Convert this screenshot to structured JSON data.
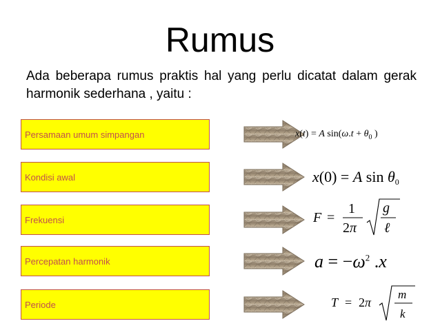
{
  "slide": {
    "title": "Rumus",
    "intro": "Ada beberapa rumus praktis hal yang perlu dicatat dalam gerak harmonik sederhana , yaitu :"
  },
  "colors": {
    "box_fill": "#ffff00",
    "box_border": "#c0504d",
    "label_text": "#c0504d"
  },
  "rows": [
    {
      "label": "Persamaan umum simpangan",
      "formula": "x(t) = A sin(ω.t + θ0)"
    },
    {
      "label": "Kondisi awal",
      "formula": "x(0) = A sin θ0"
    },
    {
      "label": "Frekuensi",
      "formula": "F = (1 / 2π) √(g / ℓ)"
    },
    {
      "label": "Percepatan harmonik",
      "formula": "a = −ω² .x"
    },
    {
      "label": "Periode",
      "formula": "T = 2π √(m / k)"
    }
  ],
  "icons": {
    "arrow": "textured-right-arrow-icon"
  }
}
